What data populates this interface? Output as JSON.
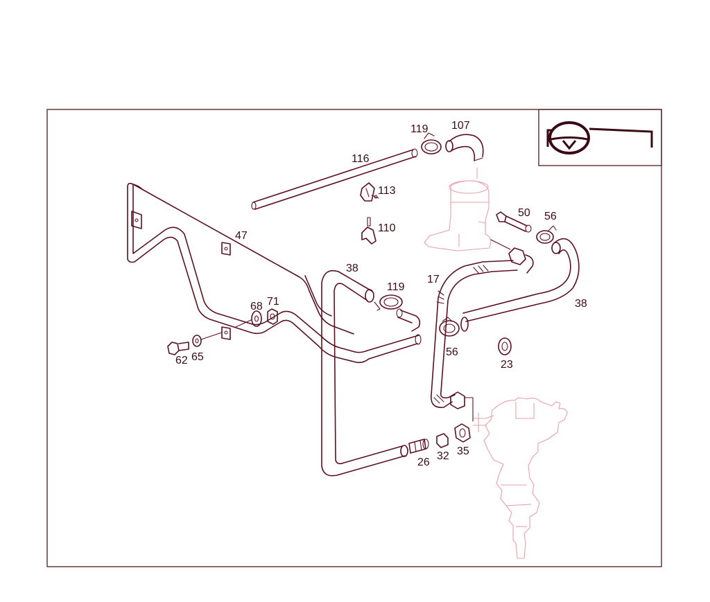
{
  "diagram": {
    "callouts": [
      {
        "id": "119a",
        "label": "119"
      },
      {
        "id": "107",
        "label": "107"
      },
      {
        "id": "116",
        "label": "116"
      },
      {
        "id": "113",
        "label": "113"
      },
      {
        "id": "110",
        "label": "110"
      },
      {
        "id": "50",
        "label": "50"
      },
      {
        "id": "56a",
        "label": "56"
      },
      {
        "id": "47",
        "label": "47"
      },
      {
        "id": "38a",
        "label": "38"
      },
      {
        "id": "119b",
        "label": "119"
      },
      {
        "id": "17",
        "label": "17"
      },
      {
        "id": "38b",
        "label": "38"
      },
      {
        "id": "68",
        "label": "68"
      },
      {
        "id": "71",
        "label": "71"
      },
      {
        "id": "62",
        "label": "62"
      },
      {
        "id": "65",
        "label": "65"
      },
      {
        "id": "56b",
        "label": "56"
      },
      {
        "id": "23",
        "label": "23"
      },
      {
        "id": "26",
        "label": "26"
      },
      {
        "id": "32",
        "label": "32"
      },
      {
        "id": "35",
        "label": "35"
      }
    ],
    "colors": {
      "line": "#5a1020",
      "ghost": "#e8a0aa",
      "frame": "#4a1a1a"
    },
    "inset_icon": "steering-wheel-icon"
  }
}
